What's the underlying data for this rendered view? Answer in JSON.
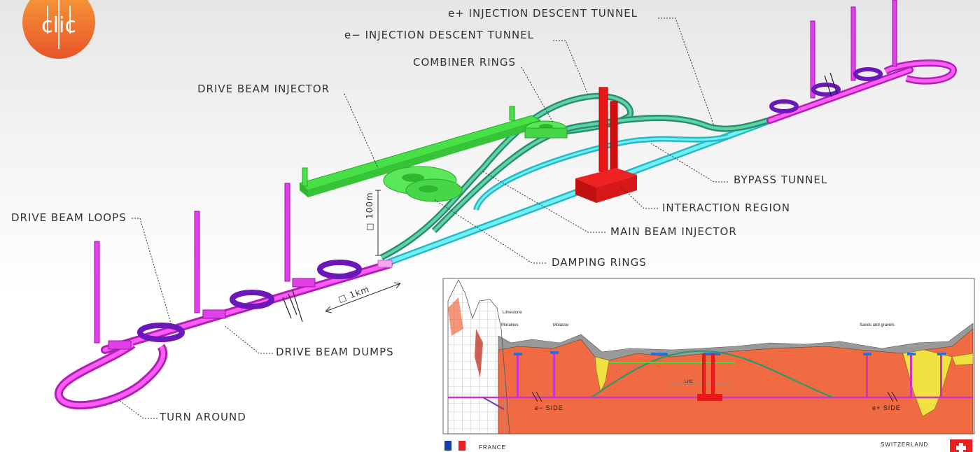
{
  "logo": {
    "text": "clic"
  },
  "labels": {
    "eplus_tunnel": "e+ INJECTION DESCENT TUNNEL",
    "eminus_tunnel": "e− INJECTION DESCENT TUNNEL",
    "combiner_rings": "COMBINER RINGS",
    "drive_beam_injector": "DRIVE BEAM INJECTOR",
    "bypass_tunnel": "BYPASS TUNNEL",
    "interaction_region": "INTERACTION REGION",
    "main_beam_injector": "MAIN BEAM INJECTOR",
    "damping_rings": "DAMPING RINGS",
    "drive_beam_loops": "DRIVE BEAM LOOPS",
    "drive_beam_dumps": "DRIVE BEAM DUMPS",
    "turn_around": "TURN AROUND",
    "scale_100m": "□ 100m",
    "scale_1km": "□ 1km"
  },
  "profile": {
    "limestone": "Limestone",
    "moraines": "Moraines",
    "molasse": "Molasse",
    "sands": "Sands and gravels",
    "lhc": "LHC",
    "eminus_side": "e−  SIDE",
    "eplus_side": "e+  SIDE",
    "france": "FRANCE",
    "switzerland": "SWITZERLAND"
  },
  "colors": {
    "drive_beam": "#e040e8",
    "main_linac": "#3fd6e0",
    "injector": "#3dde3d",
    "descent_tunnel": "#38b08a",
    "interaction": "#ee1a1a",
    "loops": "#8a2be2",
    "molasse": "#f06a42",
    "sands": "#f0e040"
  }
}
